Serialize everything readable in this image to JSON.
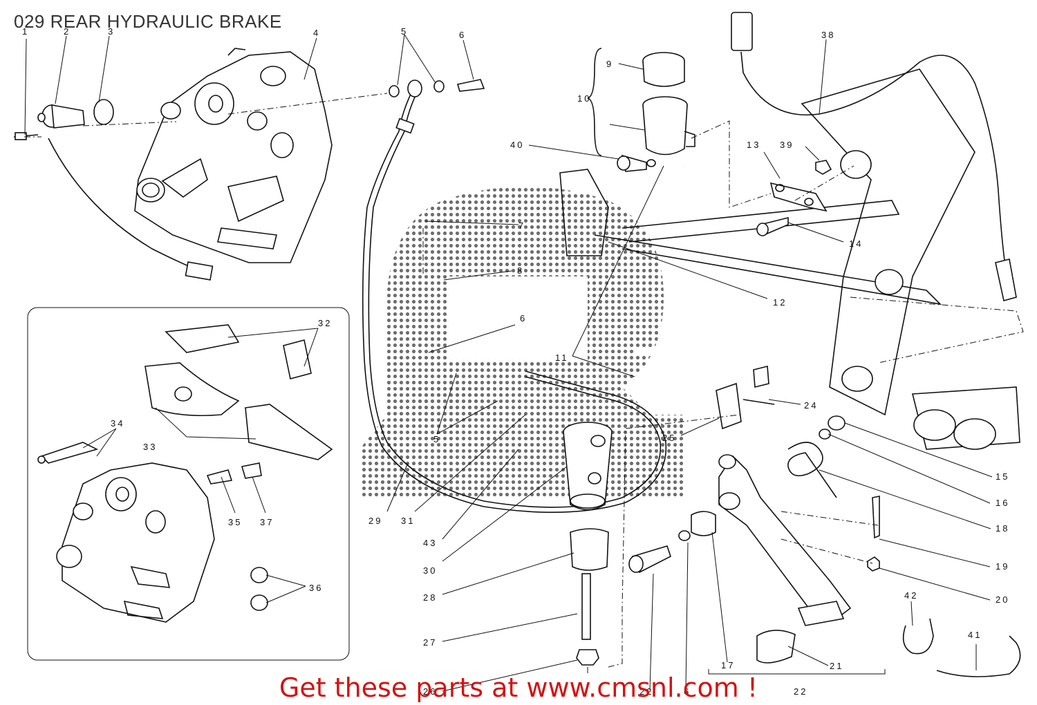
{
  "title": "029 REAR HYDRAULIC BRAKE",
  "banner": "Get these parts at www.cmsnl.com !",
  "labels": {
    "p1": "1",
    "p2": "2",
    "p3": "3",
    "p4": "4",
    "p5": "5",
    "p6": "6",
    "p7": "7",
    "p8": "8",
    "p9": "9",
    "p10": "10",
    "p11": "11",
    "p12": "12",
    "p13": "13",
    "p14": "14",
    "p15": "15",
    "p16": "16",
    "p17": "17",
    "p18": "18",
    "p19": "19",
    "p20": "20",
    "p21": "21",
    "p22": "22",
    "p24": "24",
    "p25": "25",
    "p26": "26",
    "p27": "27",
    "p28": "28",
    "p29": "29",
    "p30": "30",
    "p31": "31",
    "p32": "32",
    "p33": "33",
    "p34": "34",
    "p35": "35",
    "p36": "36",
    "p37": "37",
    "p38": "38",
    "p39": "39",
    "p40": "40",
    "p41": "41",
    "p42": "42",
    "p43": "43",
    "p5b": "5",
    "p6b": "6",
    "p6c": "6"
  }
}
